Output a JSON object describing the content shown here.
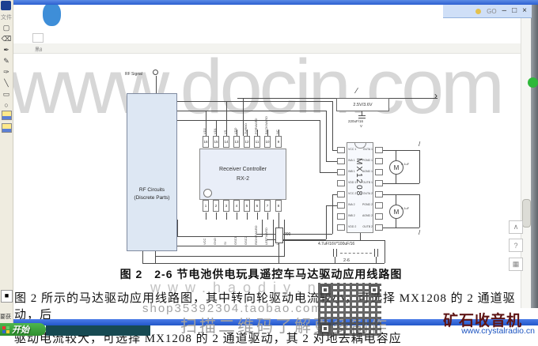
{
  "window": {
    "minimize": "–",
    "maximize": "□",
    "close": "×",
    "badge": "GO"
  },
  "app_toolbar": {
    "menu": "文件",
    "tools": [
      {
        "name": "select-tool",
        "glyph": "▢"
      },
      {
        "name": "eraser-tool",
        "glyph": "⌫"
      },
      {
        "name": "color-picker-tool",
        "glyph": "✒"
      },
      {
        "name": "pencil-tool",
        "glyph": "✎"
      },
      {
        "name": "brush-tool",
        "glyph": "✑"
      },
      {
        "name": "line-tool",
        "glyph": "╲"
      },
      {
        "name": "rectangle-tool",
        "glyph": "▭"
      },
      {
        "name": "ellipse-tool",
        "glyph": "○"
      }
    ],
    "swatch": "■",
    "status": "要获",
    "tiny_label": "黑8"
  },
  "watermarks": {
    "main": "www.docin.com",
    "site": "www.haodiy.net",
    "shop": "shop35392304.taobao.com",
    "scan": "扫描二维码了解更多制作"
  },
  "brand": {
    "name": "矿石收音机",
    "url": "www.crystalradio.cn"
  },
  "taskbar": {
    "start": "开始"
  },
  "float_widget": {
    "top": "∧",
    "help": "?",
    "qr": "▦"
  },
  "circuit": {
    "rf_signal": "RF Signal",
    "rf_box_line1": "RF Circuits",
    "rf_box_line2": "(Discrete Parts)",
    "rx2": {
      "line1": "Receiver Controller",
      "line2": "RX-2",
      "top_pins": [
        {
          "num": "16",
          "label": "VD2"
        },
        {
          "num": "15",
          "label": "VD1"
        },
        {
          "num": "14",
          "label": "VS"
        },
        {
          "num": "13",
          "label": "VDD"
        },
        {
          "num": "12",
          "label": "TURBO"
        },
        {
          "num": "11",
          "label": "FORWARD"
        },
        {
          "num": "10",
          "label": "BACKWARD"
        },
        {
          "num": "9",
          "label": "NC"
        }
      ],
      "bottom_pins": [
        {
          "num": "1",
          "label": "VCC"
        },
        {
          "num": "2",
          "label": "GND"
        },
        {
          "num": "3",
          "label": "SI"
        },
        {
          "num": "4",
          "label": "OSC1"
        },
        {
          "num": "5",
          "label": "OSC2"
        },
        {
          "num": "6",
          "label": "RIGHTWARD"
        },
        {
          "num": "7",
          "label": "LEFTWARD"
        },
        {
          "num": "8",
          "label": "LX"
        }
      ]
    },
    "mx": {
      "label": "MX1208",
      "left_pins": [
        "VCC 1",
        "INA 1",
        "INB 1",
        "VDD 1",
        "VCC 2",
        "INA 2",
        "INB 2",
        "VDD 2"
      ],
      "right_pins": [
        "OUTA 1",
        "PGND 1",
        "AGND 1",
        "OUTB 1",
        "OUTA 2",
        "PGND 2",
        "AGND 2",
        "OUTB 2"
      ]
    },
    "battery": "2.5V/3.6V",
    "cap_top": "220uF/16",
    "cap_top_unit": "V",
    "motor": "M",
    "motor_cap": "0.1uF",
    "resistor": "200",
    "caps_label": "4.7uF/16V*100uF/16",
    "cells": "2-6",
    "arrow": "›",
    "slash": "/",
    "switch": "∕"
  },
  "caption": "图 2　2-6 节电池供电玩具遥控车马达驱动应用线路图",
  "paragraph": {
    "line1": "图 2 所示的马达驱动应用线路图，其中转向轮驱动电流较小，可选择 MX1208 的 2 通道驱动，后",
    "line2": "驱动电流较大，可选择 MX1208 的 2 通道驱动，其 2 对地去耦电容应"
  }
}
